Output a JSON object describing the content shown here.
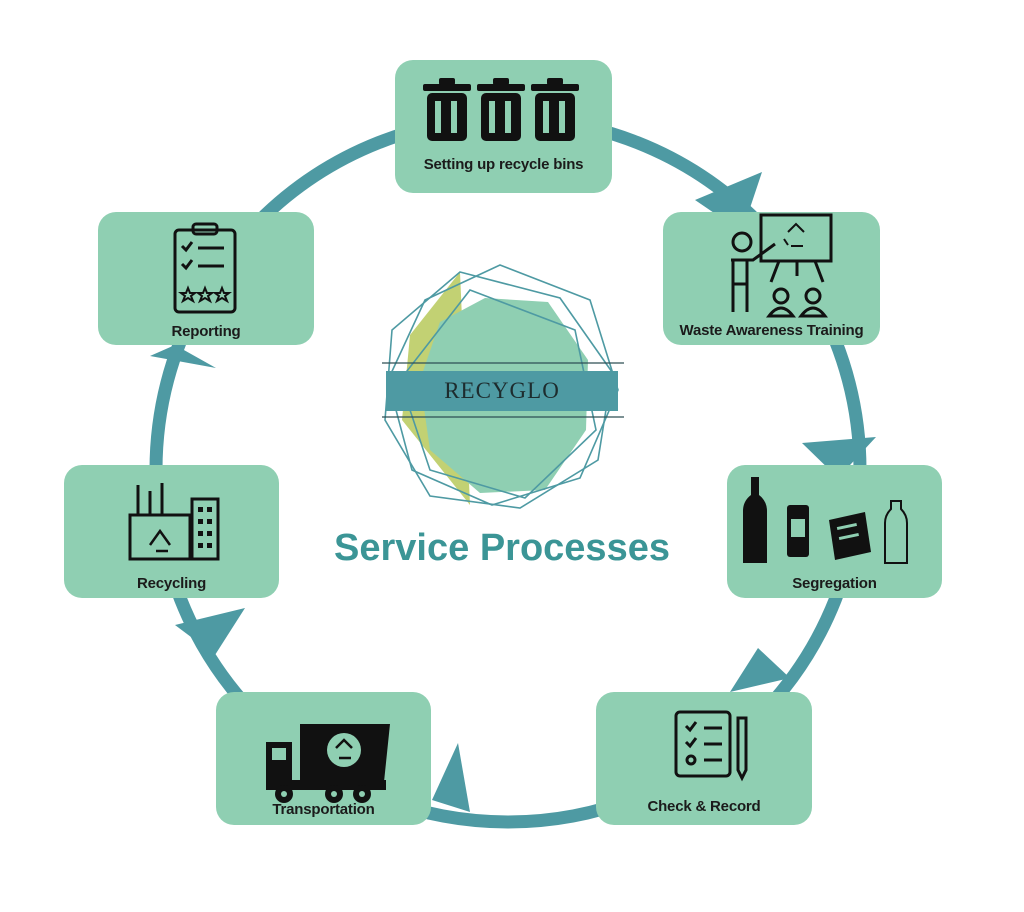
{
  "diagram": {
    "center": {
      "brand": "RECYGLO",
      "title": "Service Processes"
    },
    "steps": [
      {
        "label": "Setting up recycle bins",
        "icon": "trash-bins-icon"
      },
      {
        "label": "Waste Awareness Training",
        "icon": "presentation-icon"
      },
      {
        "label": "Segregation",
        "icon": "recyclables-icon"
      },
      {
        "label": "Check & Record",
        "icon": "checklist-icon"
      },
      {
        "label": "Transportation",
        "icon": "truck-icon"
      },
      {
        "label": "Recycling",
        "icon": "factory-icon"
      },
      {
        "label": "Reporting",
        "icon": "clipboard-icon"
      }
    ],
    "colors": {
      "box": "#8fcfb2",
      "ring": "#4e9aa3",
      "title": "#3b9596",
      "banner": "#4e9aa3",
      "logo_green": "#8fcfb2",
      "logo_yellow": "#b7c95a"
    }
  }
}
